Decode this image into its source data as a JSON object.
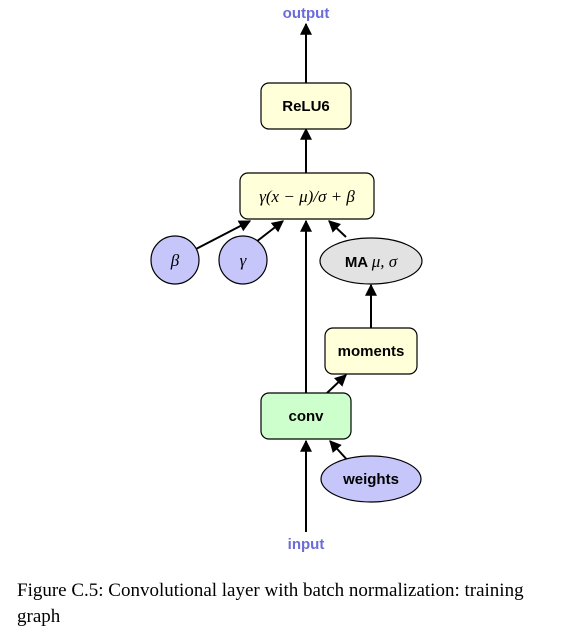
{
  "diagram": {
    "output_label": "output",
    "input_label": "input",
    "relu_label": "ReLU6",
    "bn_formula": "γ(x − μ)/σ + β",
    "beta_label": "β",
    "gamma_label": "γ",
    "ma_prefix": "MA ",
    "ma_vars": "μ, σ",
    "moments_label": "moments",
    "conv_label": "conv",
    "weights_label": "weights"
  },
  "caption": {
    "text": "Figure C.5: Convolutional layer with batch normalization: training graph"
  },
  "colors": {
    "io_text": "#6b6bdc",
    "yellow_fill": "#ffffd9",
    "green_fill": "#ccffcc",
    "blue_fill": "#c6c6fb",
    "gray_fill": "#e2e2e2"
  }
}
